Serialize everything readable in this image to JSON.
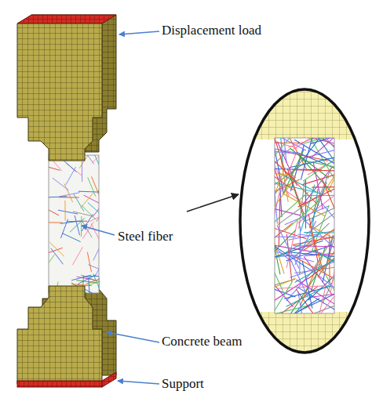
{
  "diagram": {
    "labels": [
      "Displacement load",
      "Steel fiber",
      "Concrete beam",
      "Support"
    ]
  }
}
